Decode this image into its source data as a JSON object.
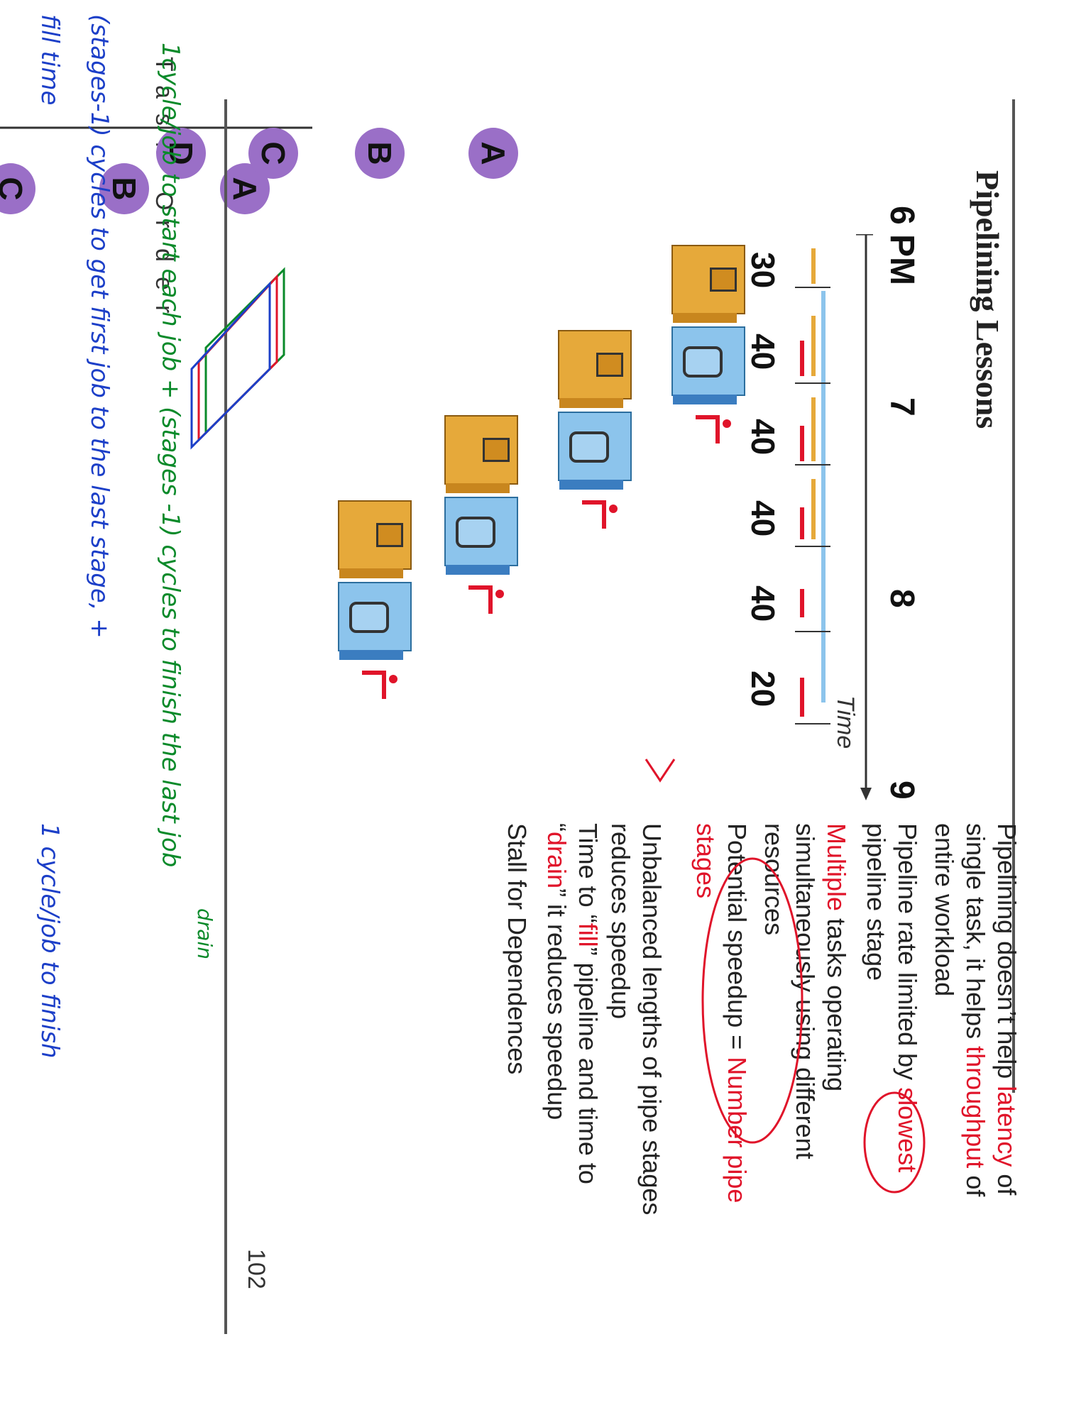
{
  "slide": {
    "title": "Pipelining Lessons",
    "page_number": "102",
    "timeline": {
      "hours": [
        "6 PM",
        "7",
        "8",
        "9"
      ],
      "time_label": "Time",
      "durations": [
        "30",
        "40",
        "40",
        "40",
        "40",
        "20"
      ]
    },
    "task_order_letters": [
      "T",
      "a",
      "s",
      "k",
      "O",
      "r",
      "d",
      "e",
      "r"
    ],
    "tasks": [
      "A",
      "B",
      "C",
      "D"
    ],
    "bullets": [
      {
        "parts": [
          "Pipelining doesn’t help ",
          "latency",
          " of single task, it helps ",
          "throughput",
          " of entire workload"
        ]
      },
      {
        "parts": [
          "Pipeline rate limited by ",
          "slowest",
          " pipeline stage"
        ]
      },
      {
        "parts": [
          "Multiple",
          " tasks operating simultaneously using different resources"
        ]
      },
      {
        "parts": [
          "Potential speedup = ",
          "Number pipe stages"
        ]
      },
      {
        "parts": [
          "Unbalanced lengths of pipe stages reduces speedup"
        ]
      },
      {
        "parts": [
          "Time to “",
          "fill",
          "” pipeline and time to “",
          "drain",
          "” it reduces speedup"
        ]
      },
      {
        "parts": [
          "Stall for Dependences"
        ]
      }
    ]
  },
  "annotations": {
    "green_note": "1cycle/job to start each job + (stages -1) cycles to finish the last job",
    "green_note_small": "drain",
    "blue_note_line1": "(stages-1) cycles to get first job to the last stage, +",
    "blue_note_line2": "fill time",
    "blue_note_line3": "1 cycle/job to finish"
  },
  "colors": {
    "accent_red": "#e0142a",
    "green_ink": "#0a8a2a",
    "blue_ink": "#1c3fc8",
    "washer": "#e6a93a",
    "dryer": "#8cc4ec",
    "task_bag": "#9a6fc7"
  }
}
